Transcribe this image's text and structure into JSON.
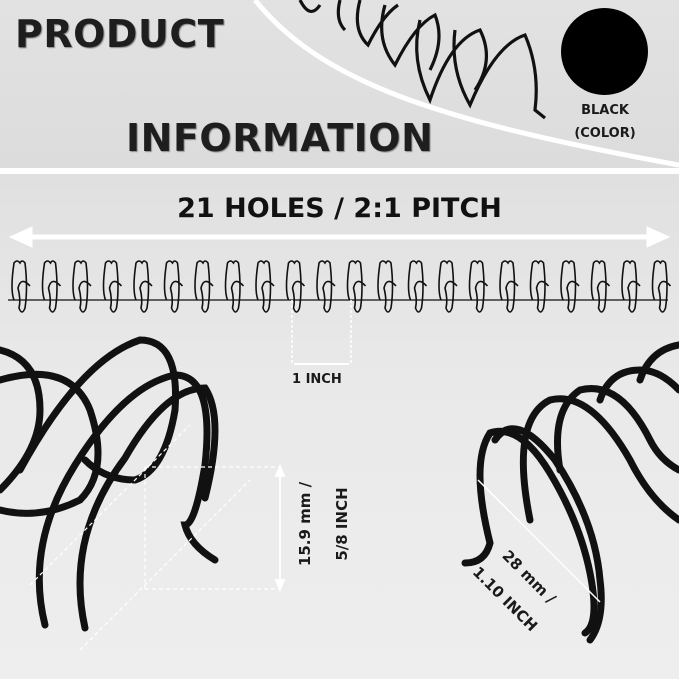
{
  "header": {
    "title_line1": "PRODUCT",
    "title_line2": "INFORMATION",
    "color_swatch": {
      "hex": "#000000",
      "label_line1": "BLACK",
      "label_line2": "(COLOR)"
    }
  },
  "spec": {
    "headline": "21 HOLES / 2:1 PITCH",
    "pitch_label": "1 INCH",
    "diameter_line1": "15.9 mm /",
    "diameter_line2": "5/8 INCH",
    "length_line1": "28 mm /",
    "length_line2": "1.10 INCH"
  },
  "colors": {
    "background": "#e6e6e6",
    "accent": "#ffffff",
    "wire": "#111111",
    "text": "#1a1a1a"
  }
}
